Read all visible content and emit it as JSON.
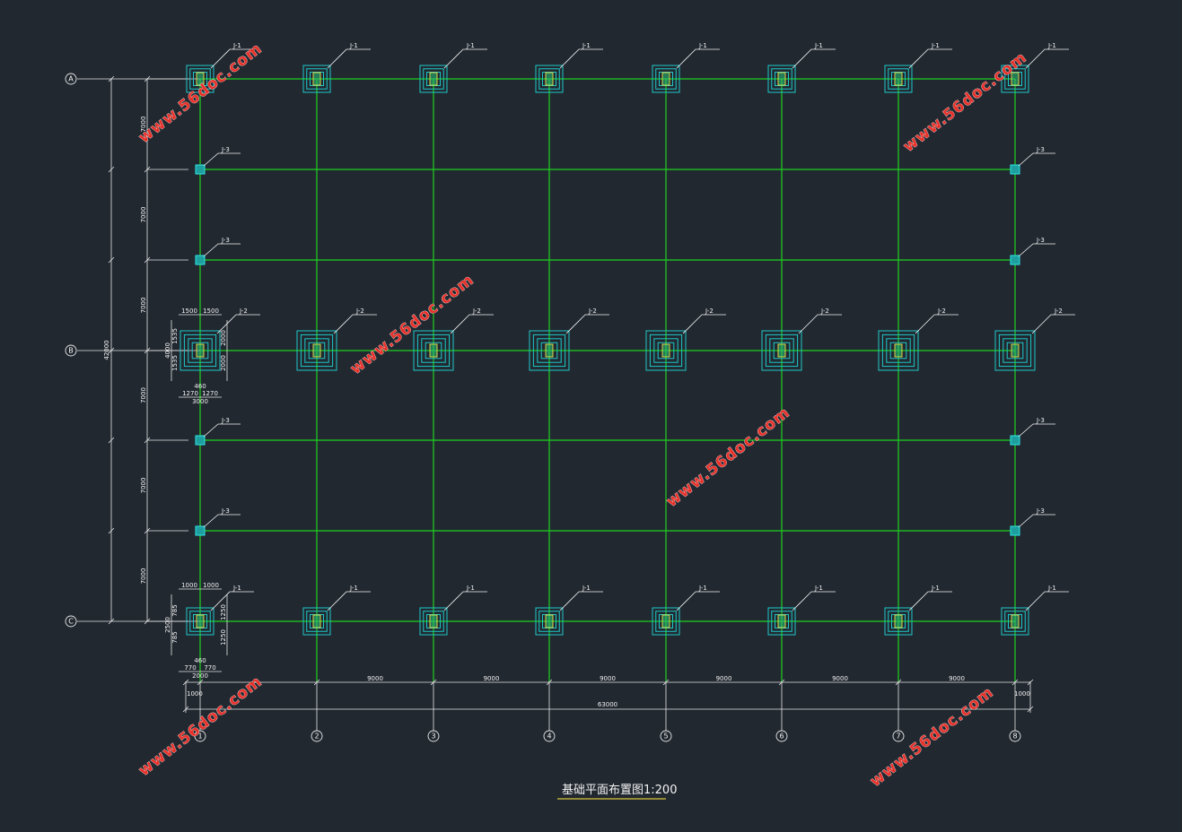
{
  "drawing": {
    "title": "基础平面布置图",
    "scale": "1:200",
    "watermark": "www.56doc.com",
    "colors": {
      "background": "#212830",
      "grid": "#1fd11f",
      "footing": "#1ec8c8",
      "column": "#f0e04a",
      "dimension": "#e6e6e6",
      "watermark": "#e8312a"
    }
  },
  "axes": {
    "columns": [
      "1",
      "2",
      "3",
      "4",
      "5",
      "6",
      "7",
      "8"
    ],
    "rows": [
      "A",
      "B",
      "C"
    ]
  },
  "dimensions": {
    "bay_spacing": [
      "9000",
      "9000",
      "9000",
      "9000",
      "9000",
      "9000",
      "9000"
    ],
    "overall_length": "63000",
    "edge_offset_left": "1000",
    "edge_offset_right": "1000",
    "vertical_spacing": [
      "7000",
      "7000",
      "7000",
      "7000",
      "7000",
      "7000"
    ],
    "overall_width": "42000"
  },
  "footings": {
    "row_A_label": "J-1",
    "row_B_label": "J-2",
    "row_C_label": "J-1",
    "intermediate_label": "J-3"
  },
  "detail_J2": {
    "top_w1": "1500",
    "top_w2": "1500",
    "side_h1": "2000",
    "side_h2": "2000",
    "left_v": "4000",
    "inner_a": "1535",
    "inner_b": "1535",
    "center": "460",
    "small_a": "1270",
    "small_b": "1270",
    "bottom_total": "3000"
  },
  "detail_J1": {
    "top_w1": "1000",
    "top_w2": "1000",
    "side_h1": "1250",
    "side_h2": "1250",
    "left_v": "2500",
    "inner_a": "785",
    "inner_b": "785",
    "center": "460",
    "small_a": "770",
    "small_b": "770",
    "bottom_total": "2000"
  }
}
